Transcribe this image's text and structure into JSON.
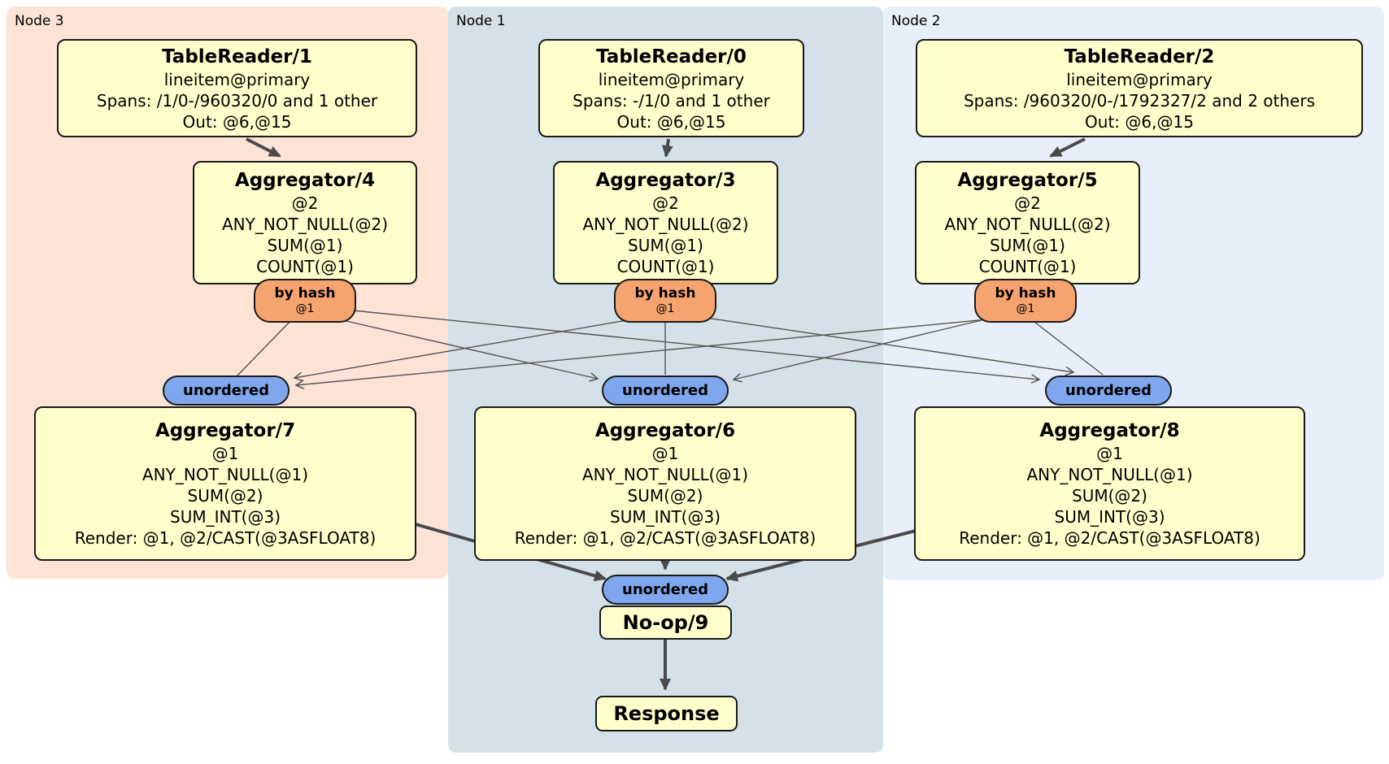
{
  "regions": [
    {
      "label": "Node 3"
    },
    {
      "label": "Node 1"
    },
    {
      "label": "Node 2"
    }
  ],
  "router": {
    "label": "by hash",
    "detail": "@1"
  },
  "sync": {
    "label": "unordered"
  },
  "processors": [
    {
      "title": "TableReader/1",
      "lines": [
        "lineitem@primary",
        "Spans: /1/0-/960320/0 and 1 other",
        "Out: @6,@15"
      ]
    },
    {
      "title": "TableReader/0",
      "lines": [
        "lineitem@primary",
        "Spans: -/1/0 and 1 other",
        "Out: @6,@15"
      ]
    },
    {
      "title": "TableReader/2",
      "lines": [
        "lineitem@primary",
        "Spans: /960320/0-/1792327/2 and 2 others",
        "Out: @6,@15"
      ]
    },
    {
      "title": "Aggregator/4",
      "lines": [
        "@2",
        "ANY_NOT_NULL(@2)",
        "SUM(@1)",
        "COUNT(@1)"
      ]
    },
    {
      "title": "Aggregator/3",
      "lines": [
        "@2",
        "ANY_NOT_NULL(@2)",
        "SUM(@1)",
        "COUNT(@1)"
      ]
    },
    {
      "title": "Aggregator/5",
      "lines": [
        "@2",
        "ANY_NOT_NULL(@2)",
        "SUM(@1)",
        "COUNT(@1)"
      ]
    },
    {
      "title": "Aggregator/7",
      "lines": [
        "@1",
        "ANY_NOT_NULL(@1)",
        "SUM(@2)",
        "SUM_INT(@3)",
        "Render: @1, @2/CAST(@3ASFLOAT8)"
      ]
    },
    {
      "title": "Aggregator/6",
      "lines": [
        "@1",
        "ANY_NOT_NULL(@1)",
        "SUM(@2)",
        "SUM_INT(@3)",
        "Render: @1, @2/CAST(@3ASFLOAT8)"
      ]
    },
    {
      "title": "Aggregator/8",
      "lines": [
        "@1",
        "ANY_NOT_NULL(@1)",
        "SUM(@2)",
        "SUM_INT(@3)",
        "Render: @1, @2/CAST(@3ASFLOAT8)"
      ]
    },
    {
      "title": "No-op/9",
      "lines": []
    },
    {
      "title": "Response",
      "lines": []
    }
  ],
  "colors": {
    "node3_bg": "#fce3d6",
    "node1_bg": "#d4e1e9",
    "node2_bg": "#e9effa",
    "processor_fill": "#ffffcc",
    "router_fill": "#f5a36f",
    "sync_fill": "#7fa7ee",
    "edge": "#4a4a4a",
    "border": "#1a1a1a"
  }
}
